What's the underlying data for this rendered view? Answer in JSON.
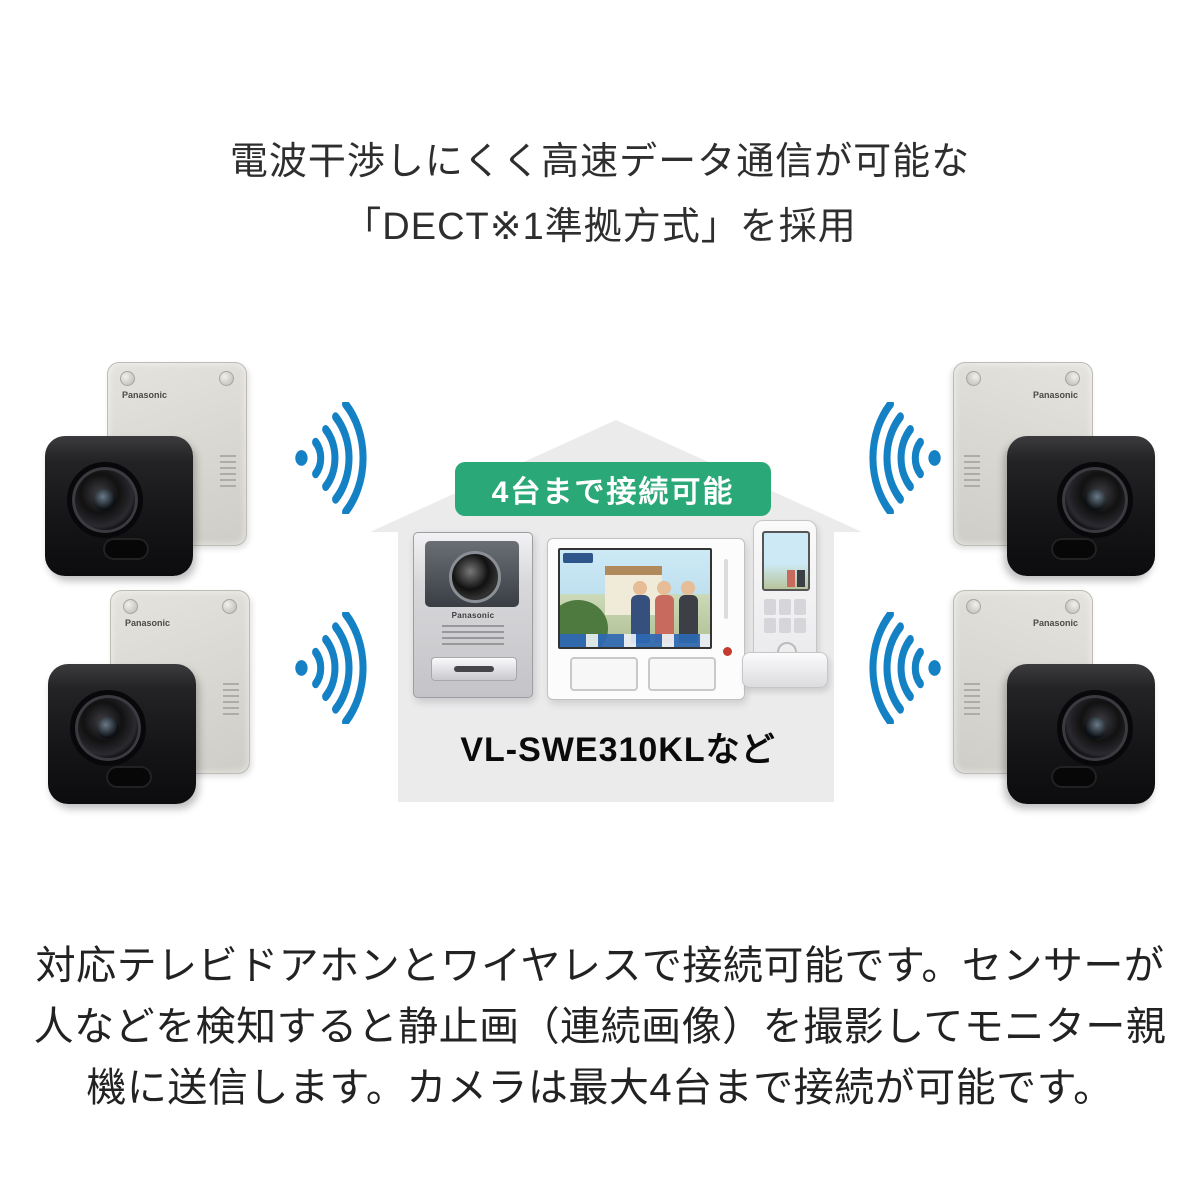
{
  "heading": {
    "line1": "電波干渉しにくく高速データ通信が可能な",
    "line2": "「DECT※1準拠方式」を採用"
  },
  "diagram": {
    "banner_text": "4台まで接続可能",
    "model_text": "VL-SWE310KLなど",
    "brand": "Panasonic",
    "colors": {
      "banner_green": "#2ba878",
      "wifi_blue": "#1581c5",
      "house_gray": "#ebebec"
    }
  },
  "description": {
    "line1": "対応テレビドアホンとワイヤレスで接続可能です。センサーが",
    "line2": "人などを検知すると静止画（連続画像）を撮影してモニター親",
    "line3": "機に送信します。カメラは最大4台まで接続が可能です。"
  }
}
